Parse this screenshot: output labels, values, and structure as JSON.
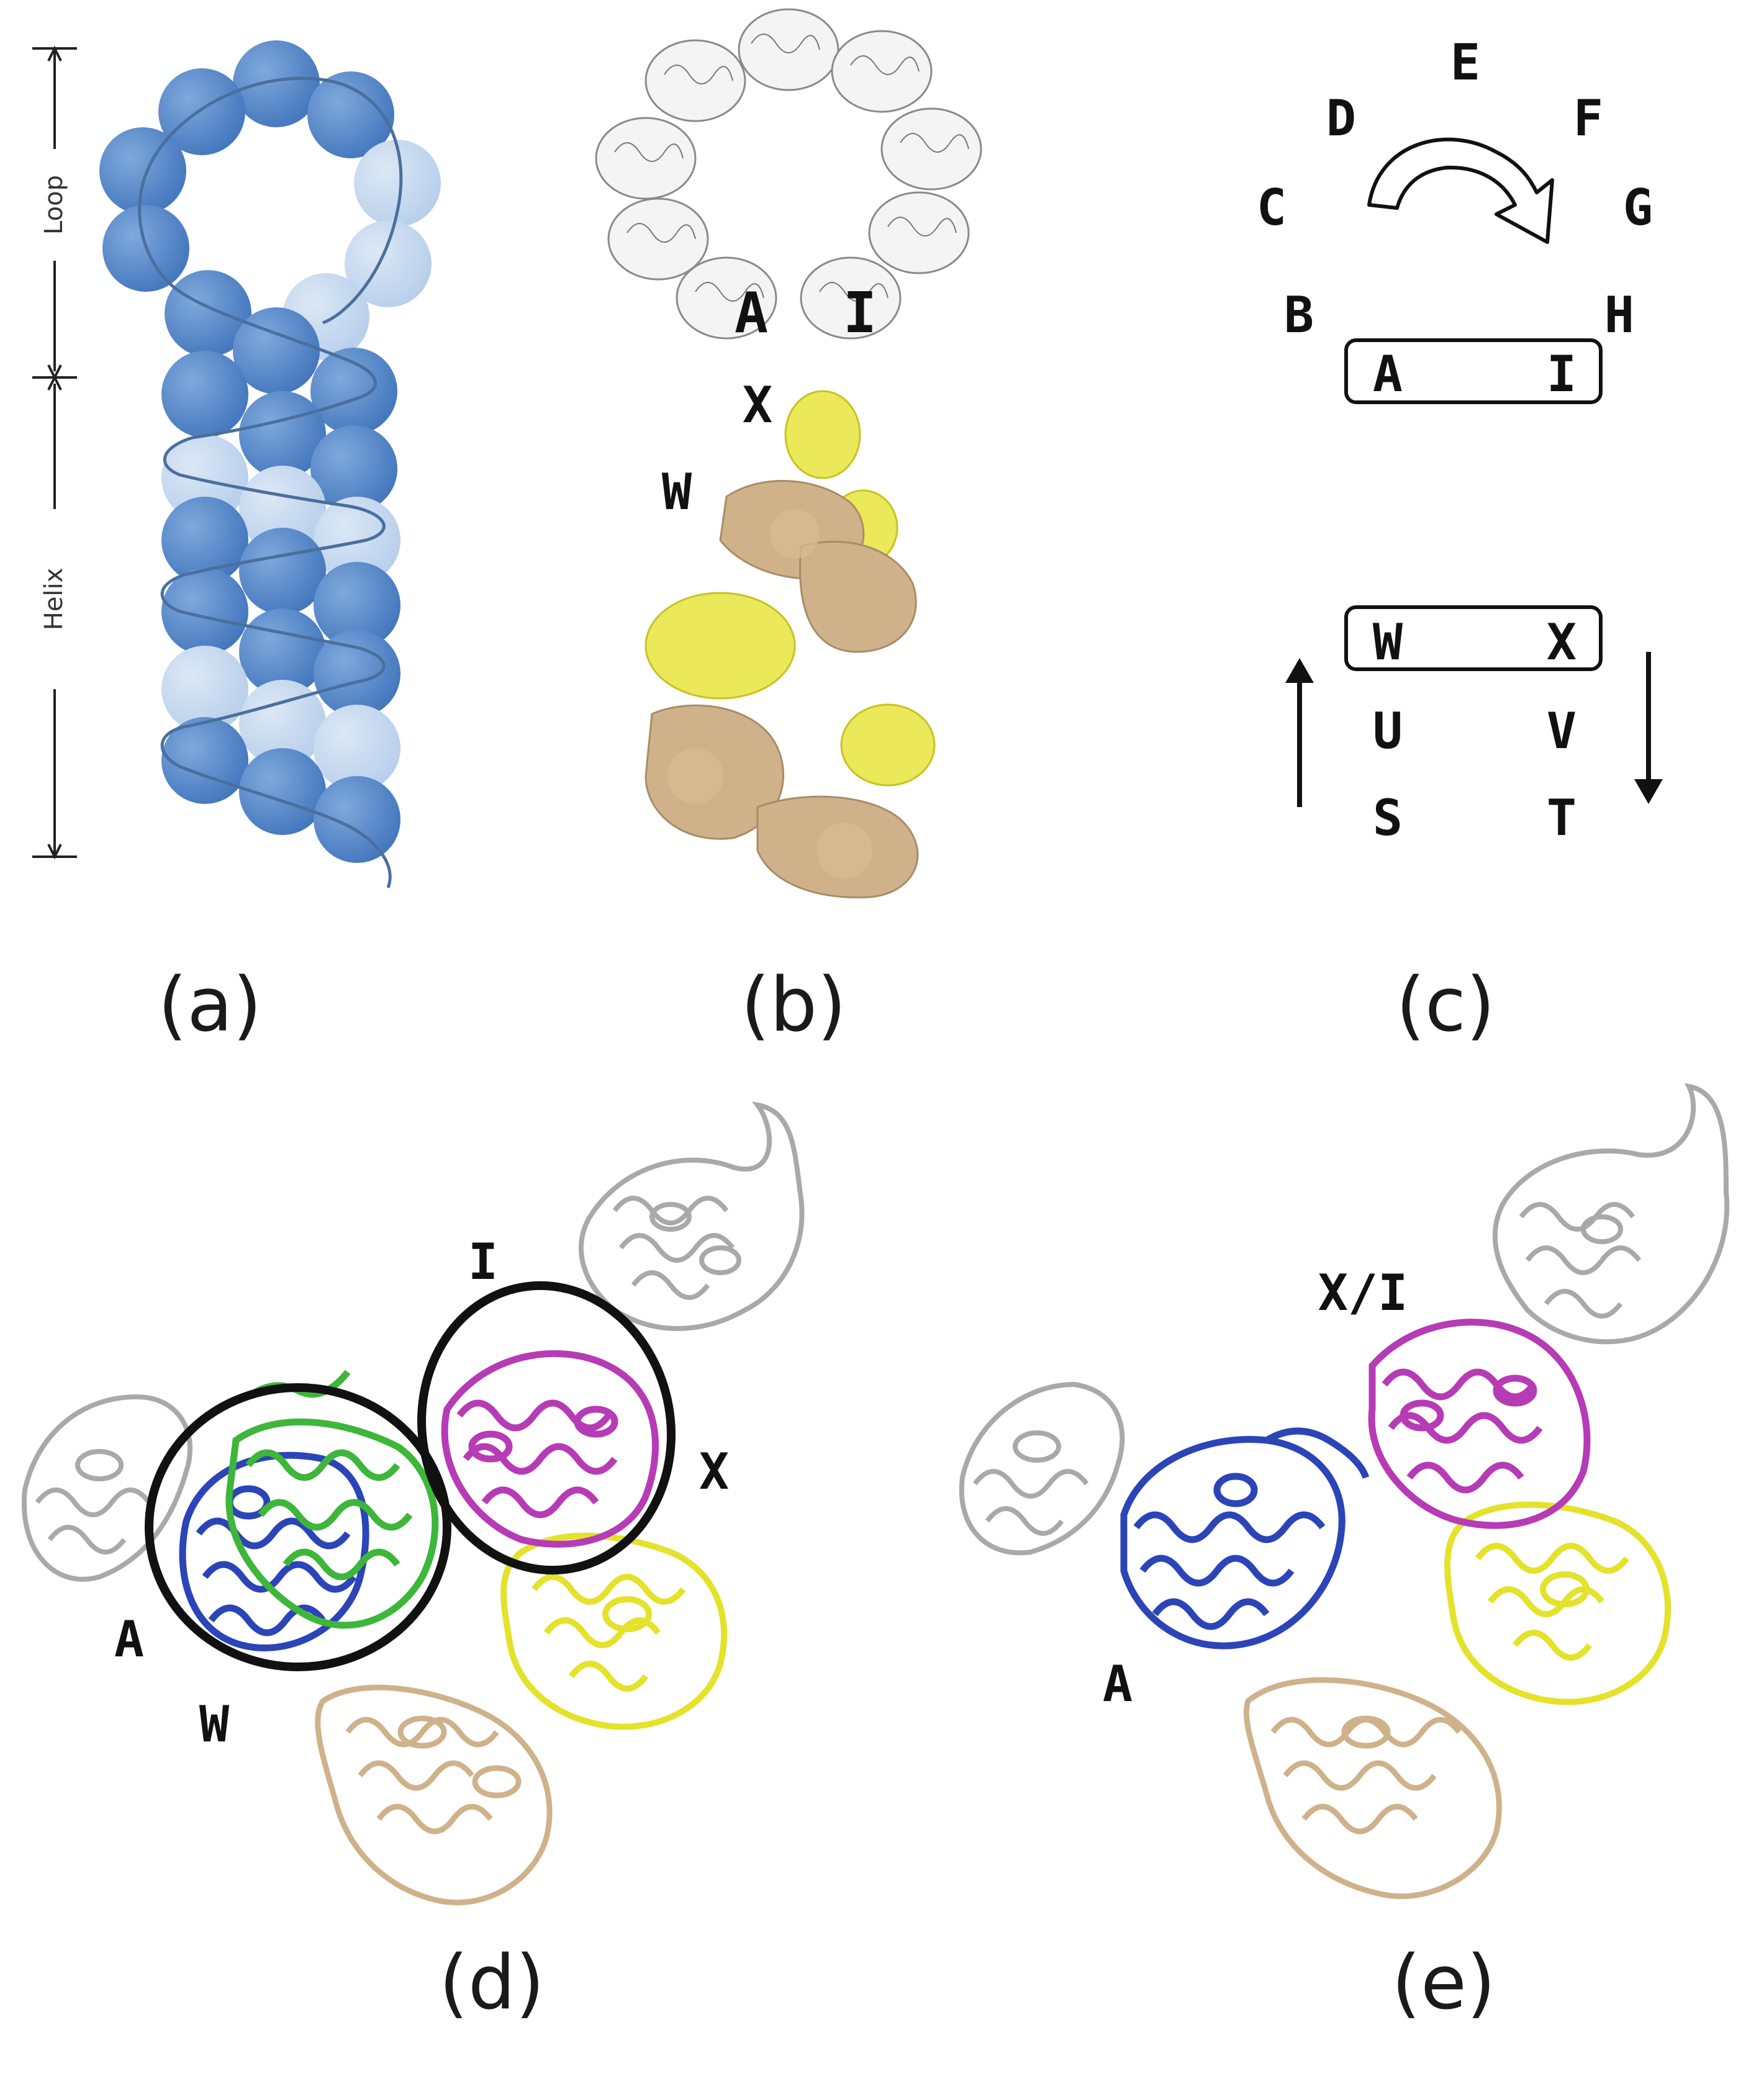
{
  "panels": {
    "a": {
      "caption": "(a)",
      "loop_label": "Loop",
      "helix_label": "Helix",
      "colors": {
        "dark": "#4a7fc6",
        "light": "#bcd3ee",
        "strand": "#3d6ea8"
      }
    },
    "b": {
      "caption": "(b)",
      "labels": {
        "a": "A",
        "i": "I",
        "x": "X",
        "w": "W"
      },
      "colors": {
        "gray": "#9a9a9a",
        "yellow": "#e8e23a",
        "tan": "#d8bc94"
      }
    },
    "c": {
      "caption": "(c)",
      "ring_letters": [
        "B",
        "C",
        "D",
        "E",
        "F",
        "G",
        "H"
      ],
      "top_box": [
        "A",
        "I"
      ],
      "bottom_box": [
        "W",
        "X"
      ],
      "bottom_rows": [
        [
          "U",
          "V"
        ],
        [
          "S",
          "T"
        ]
      ]
    },
    "d": {
      "caption": "(d)",
      "labels": {
        "i": "I",
        "x": "X",
        "a": "A",
        "w": "W"
      },
      "colors": {
        "blue": "#2b44b8",
        "green": "#3db63a",
        "magenta": "#b63bb5",
        "yellow": "#ecec2e",
        "tan": "#d8bc94",
        "gray": "#b4b4b4"
      }
    },
    "e": {
      "caption": "(e)",
      "labels": {
        "xi": "X/I",
        "a": "A"
      },
      "colors": {
        "blue": "#2b44b8",
        "magenta": "#b63bb5",
        "yellow": "#ecec2e",
        "tan": "#d8bc94",
        "gray": "#b4b4b4"
      }
    }
  }
}
